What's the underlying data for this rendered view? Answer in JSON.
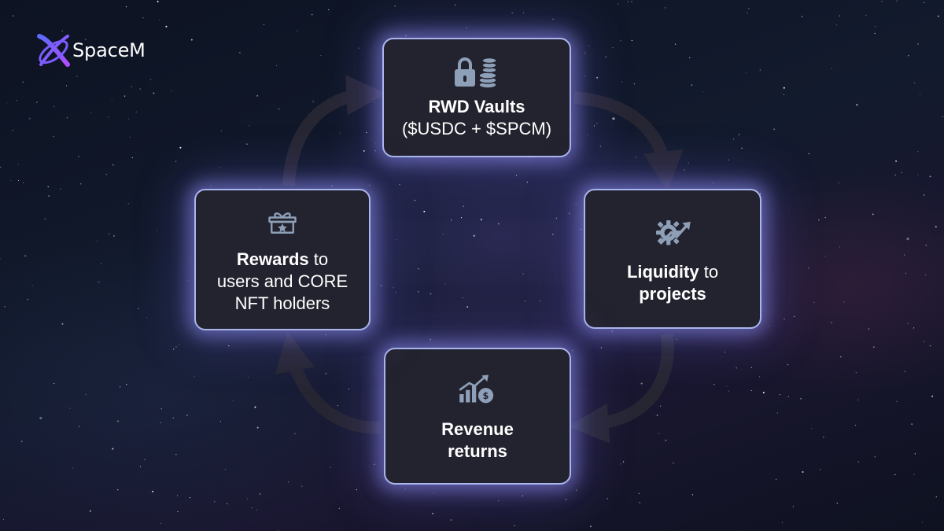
{
  "brand": {
    "name": "SpaceM",
    "logo_icon": "orbit-x-logo-icon",
    "accent": "#6c5ce7"
  },
  "colors": {
    "card_bg": "#23232f",
    "card_border": "#a9b5ec",
    "arrow": "#262633",
    "icon": "#8ea0b8"
  },
  "nodes": {
    "vaults": {
      "icon": "lock-coins-icon",
      "title": "RWD Vaults",
      "subtitle": "($USDC + $SPCM)"
    },
    "liquidity": {
      "icon": "gear-growth-icon",
      "bold1": "Liquidity",
      "rest1": " to",
      "bold2": "projects"
    },
    "revenue": {
      "icon": "bar-chart-dollar-icon",
      "bold1": "Revenue",
      "bold2": "returns"
    },
    "rewards": {
      "icon": "gift-star-icon",
      "bold1": "Rewards",
      "rest1": " to",
      "line2": "users and CORE",
      "line3": "NFT holders"
    }
  }
}
